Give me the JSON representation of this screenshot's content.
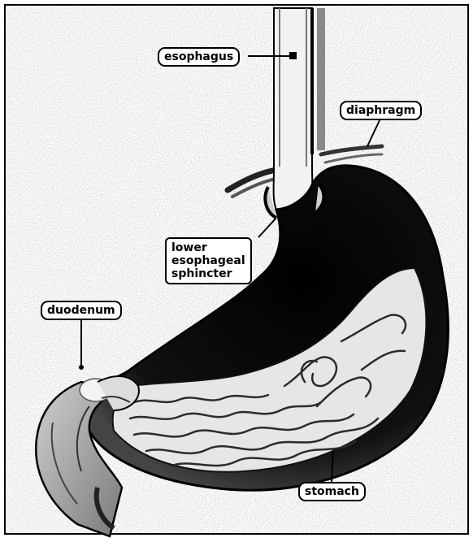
{
  "diagram": {
    "labels": {
      "esophagus": "esophagus",
      "diaphragm": "diaphragm",
      "les_line1": "lower",
      "les_line2": "esophageal",
      "les_line3": "sphincter",
      "duodenum": "duodenum",
      "stomach": "stomach"
    }
  },
  "colors": {
    "ink": "#000000",
    "paper": "#ffffff",
    "lining": "#e6e6e6"
  }
}
